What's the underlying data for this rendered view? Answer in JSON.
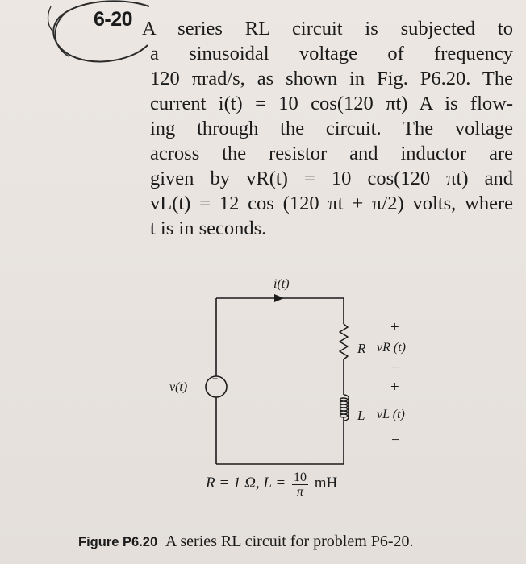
{
  "problem": {
    "number": "6-20",
    "text_lines": [
      "A series RL circuit is subjected to",
      "a sinusoidal voltage of frequency",
      "120 πrad/s, as shown in Fig. P6.20. The",
      "current i(t) = 10 cos(120 πt) A is flow-",
      "ing through the circuit. The voltage",
      "across the resistor and inductor are",
      "given by vR(t) = 10 cos(120 πt) and",
      "vL(t) = 12 cos (120 πt + π/2) volts, where",
      "t is in seconds."
    ]
  },
  "figure": {
    "current_label": "i(t)",
    "source_label": "v(t)",
    "source_plus": "+",
    "source_minus": "−",
    "resistor_label": "R",
    "vr_label": "vR (t)",
    "inductor_label": "L",
    "vl_label": "vL (t)",
    "plus_sign": "+",
    "minus_sign": "−",
    "params_prefix": "R = 1 Ω, L =",
    "params_num": "10",
    "params_den": "π",
    "params_unit": "mH",
    "caption_id": "Figure P6.20",
    "caption_text": "A series RL circuit for problem P6-20."
  },
  "colors": {
    "ink": "#1b1b1b",
    "pen": "#2b2b2b",
    "paper": "#e9e4e0"
  }
}
